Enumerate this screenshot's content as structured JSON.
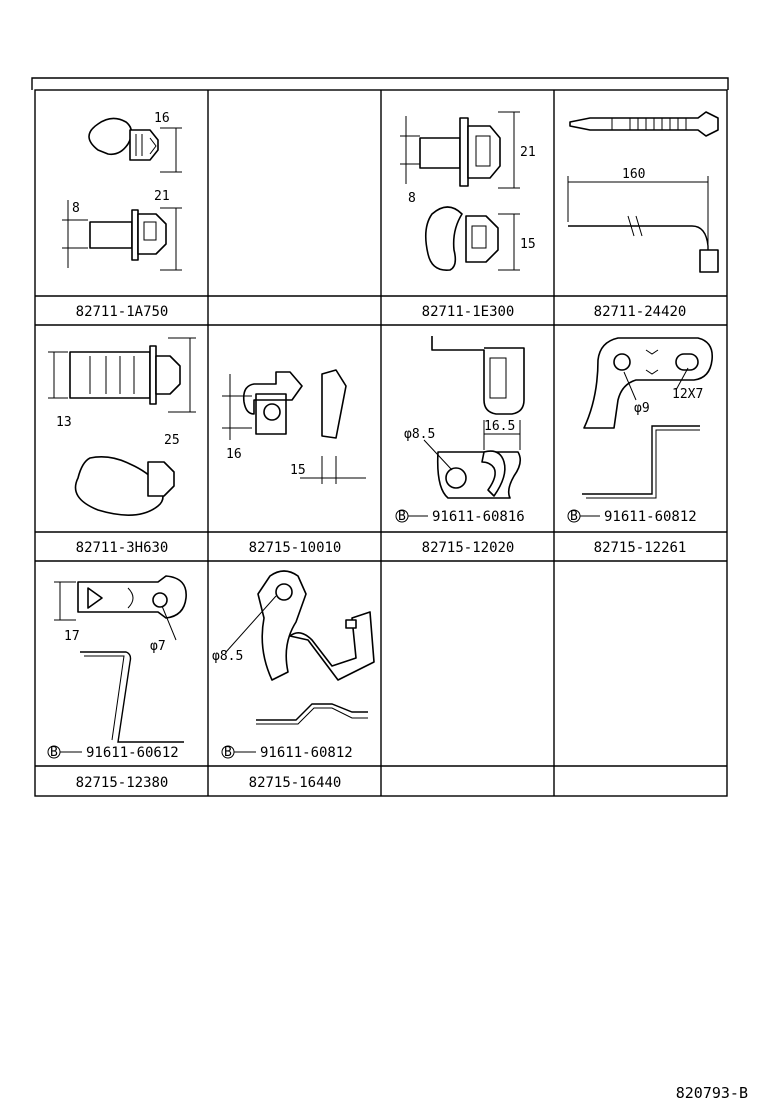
{
  "cells": [
    {
      "part_number": "82711-1A750",
      "dims": [
        "16",
        "21",
        "8"
      ]
    },
    {
      "part_number": "",
      "dims": []
    },
    {
      "part_number": "82711-1E300",
      "dims": [
        "21",
        "8",
        "15"
      ]
    },
    {
      "part_number": "82711-24420",
      "dims": [
        "160"
      ]
    },
    {
      "part_number": "82711-3H630",
      "dims": [
        "13",
        "25"
      ]
    },
    {
      "part_number": "82715-10010",
      "dims": [
        "16",
        "15"
      ]
    },
    {
      "part_number": "82715-12020",
      "dims": [
        "φ8.5",
        "16.5"
      ],
      "bolt": "91611-60816"
    },
    {
      "part_number": "82715-12261",
      "dims": [
        "φ9",
        "12X7"
      ],
      "bolt": "91611-60812"
    },
    {
      "part_number": "82715-12380",
      "dims": [
        "17",
        "φ7"
      ],
      "bolt": "91611-60612"
    },
    {
      "part_number": "82715-16440",
      "dims": [
        "φ8.5"
      ],
      "bolt": "91611-60812"
    },
    {
      "part_number": "",
      "dims": []
    },
    {
      "part_number": "",
      "dims": []
    }
  ],
  "bolt_symbol": "B",
  "figure_code": "820793-B"
}
